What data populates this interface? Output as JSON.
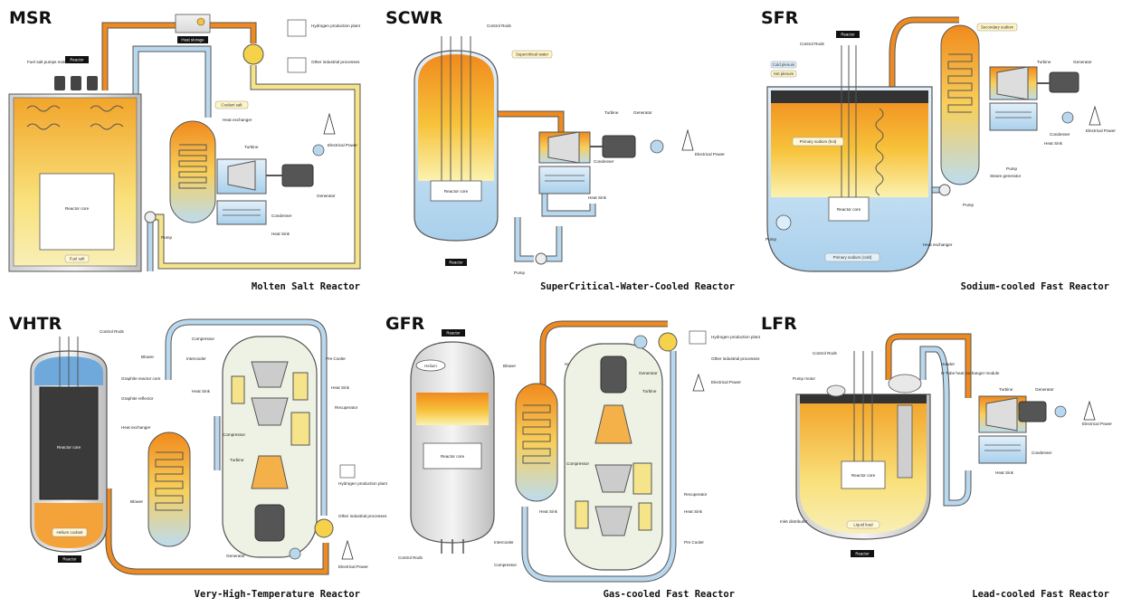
{
  "panels": {
    "msr": {
      "code": "MSR",
      "name": "Molten Salt Reactor",
      "labels": {
        "reactor": "Reactor",
        "fuel_salt_pumps_motors": "Fuel salt pumps motors",
        "heat_storage": "Heat storage",
        "hydrogen": "Hydrogen production plant",
        "other_industrial": "Other industrial processes",
        "coolant_salt": "Coolant salt",
        "heat_exchanger": "Heat exchanger",
        "electrical_power": "Electrical Power",
        "turbine": "Turbine",
        "generator": "Generator",
        "reactor_core": "Reactor core",
        "condenser": "Condenser",
        "pump": "Pump",
        "heat_sink": "Heat Sink",
        "fuel_salt": "Fuel salt"
      }
    },
    "scwr": {
      "code": "SCWR",
      "name": "SuperCritical-Water-Cooled Reactor",
      "labels": {
        "control_rods": "Control Rods",
        "supercritical_water": "Supercritical water",
        "turbine": "Turbine",
        "generator": "Generator",
        "electrical_power": "Electrical Power",
        "condenser": "Condenser",
        "reactor_core": "Reactor core",
        "heat_sink": "Heat Sink",
        "reactor": "Reactor",
        "pump": "Pump"
      }
    },
    "sfr": {
      "code": "SFR",
      "name": "Sodium-cooled Fast Reactor",
      "labels": {
        "reactor": "Reactor",
        "secondary_sodium": "Secondary sodium",
        "control_rods": "Control Rods",
        "cold_plenum": "Cold plenum",
        "hot_plenum": "Hot plenum",
        "turbine": "Turbine",
        "generator": "Generator",
        "condenser": "Condenser",
        "electrical_power": "Electrical Power",
        "primary_sodium_hot": "Primary sodium (hot)",
        "heat_sink": "Heat Sink",
        "pump": "Pump",
        "steam_generator": "Steam generator",
        "reactor_core": "Reactor core",
        "heat_exchanger": "Heat exchanger",
        "primary_sodium_cold": "Primary sodium (cold)"
      }
    },
    "vhtr": {
      "code": "VHTR",
      "name": "Very-High-Temperature Reactor",
      "labels": {
        "control_rods": "Control Rods",
        "blower": "Blower",
        "compressor": "Compressor",
        "graphite_core": "Graphite reactor core",
        "intercooler": "Intercooler",
        "pre_cooler": "Pre Cooler",
        "graphite_reflector": "Graphite reflector",
        "heat_sink": "Heat Sink",
        "recuperator": "Recuperator",
        "heat_exchanger": "Heat exchanger",
        "reactor_core": "Reactor core",
        "turbine": "Turbine",
        "hydrogen": "Hydrogen production plant",
        "other_industrial": "Other industrial processes",
        "helium_coolant": "Helium coolant",
        "generator": "Generator",
        "electrical_power": "Electrical Power",
        "reactor": "Reactor"
      }
    },
    "gfr": {
      "code": "GFR",
      "name": "Gas-cooled Fast Reactor",
      "labels": {
        "reactor": "Reactor",
        "hydrogen": "Hydrogen production plant",
        "helium": "Helium",
        "blower": "Blower",
        "heat_exchanger": "Heat exchanger",
        "generator": "Generator",
        "other_industrial": "Other industrial processes",
        "turbine": "Turbine",
        "electrical_power": "Electrical Power",
        "reactor_core": "Reactor core",
        "compressor": "Compressor",
        "recuperator": "Recuperator",
        "heat_sink": "Heat Sink",
        "intercooler": "Intercooler",
        "pre_cooler": "Pre Cooler",
        "control_rods": "Control Rods"
      }
    },
    "lfr": {
      "code": "LFR",
      "name": "Lead-cooled Fast Reactor",
      "labels": {
        "control_rods": "Control Rods",
        "header": "Header",
        "pump_motor": "Pump motor",
        "utube_hx": "U-Tube heat exchanger module",
        "turbine": "Turbine",
        "generator": "Generator",
        "electrical_power": "Electrical Power",
        "condenser": "Condenser",
        "reactor_core": "Reactor core",
        "heat_sink": "Heat Sink",
        "inlet_distributor": "Inlet distributor",
        "liquid_lead": "Liquid lead",
        "reactor": "Reactor"
      }
    }
  },
  "colors": {
    "hot": "#ee8a1f",
    "cold": "#b9d8ee",
    "fuel": "#f6d24a",
    "tube_outline": "#555555",
    "dark": "#2b2b2b"
  }
}
